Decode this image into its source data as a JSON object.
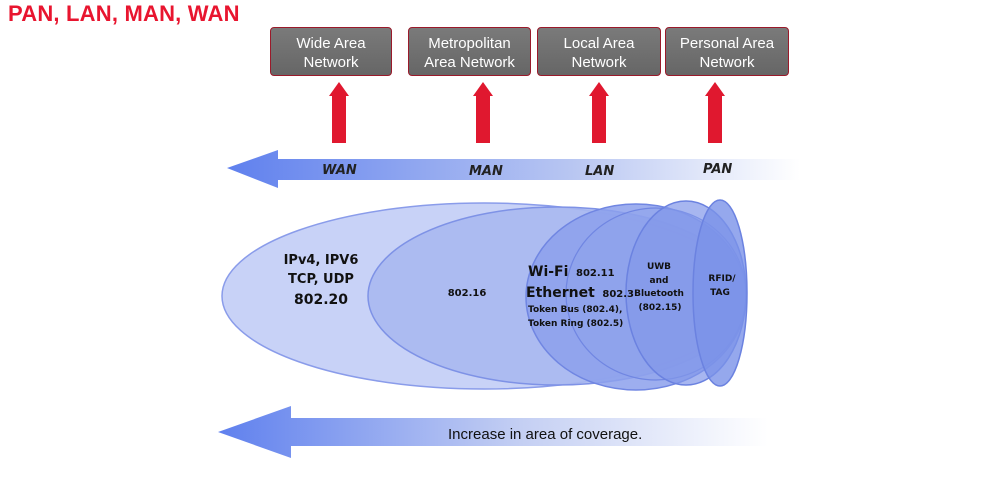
{
  "title": "PAN, LAN, MAN, WAN",
  "network_boxes": [
    {
      "label_line1": "Wide Area",
      "label_line2": "Network"
    },
    {
      "label_line1": "Metropolitan",
      "label_line2": "Area Network"
    },
    {
      "label_line1": "Local Area",
      "label_line2": "Network"
    },
    {
      "label_line1": "Personal Area",
      "label_line2": "Network"
    }
  ],
  "scale_labels": [
    "WAN",
    "MAN",
    "LAN",
    "PAN"
  ],
  "ellipses": {
    "wan": {
      "line1": "IPv4, IPV6",
      "line2": "TCP, UDP",
      "line3": "802.20"
    },
    "man": {
      "line1": "802.16"
    },
    "lan": {
      "wifi": "Wi-Fi",
      "wifi_std": "802.11",
      "ethernet": "Ethernet",
      "ethernet_std": "802.3",
      "line3": "Token Bus (802.4),",
      "line4": "Token Ring (802.5)"
    },
    "pan_bt": {
      "line1": "UWB",
      "line2": "and",
      "line3": "Bluetooth",
      "line4": "(802.15)"
    },
    "rfid": {
      "line1": "RFID/",
      "line2": "TAG"
    }
  },
  "coverage_text": "Increase in area of coverage.",
  "colors": {
    "title": "#e8152f",
    "up_arrow": "#e0182f",
    "box_bg": "#707070",
    "arrow_blue": "#6f8ef0"
  }
}
